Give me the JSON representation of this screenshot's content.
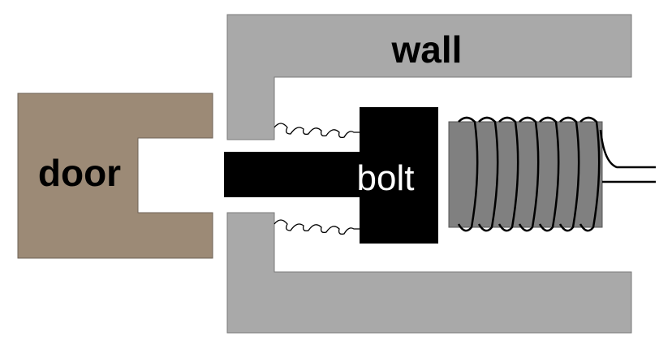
{
  "labels": {
    "wall": "wall",
    "door": "door",
    "bolt": "bolt"
  },
  "colors": {
    "wall": "#a9a9a9",
    "door": "#9c8a76",
    "bolt": "#000000",
    "coil_core": "#808080"
  }
}
